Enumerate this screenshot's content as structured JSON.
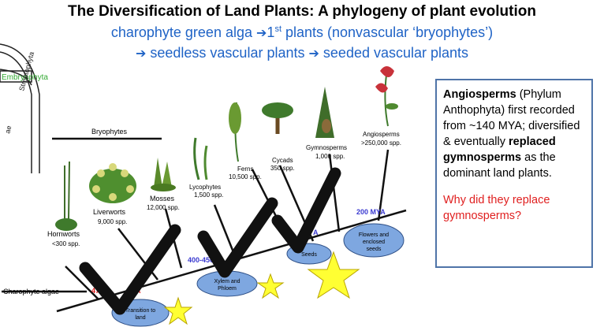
{
  "header": {
    "title": "The Diversification of Land Plants: A phylogeny of plant evolution",
    "line1_a": "charophyte green alga",
    "arrow": "➔",
    "line1_b": "1",
    "line1_sup": "st",
    "line1_c": " plants (nonvascular ‘bryophytes’)",
    "line2_a": "seedless vascular plants",
    "line2_b": "seeded vascular plants"
  },
  "side_labels": {
    "streptophyta": "Streptophyta",
    "embryophyta": "Embryophyta",
    "partial": "ae"
  },
  "groups": {
    "bryophytes": "Bryophytes",
    "hornworts": "Hornworts",
    "hornworts_spp": "<300 spp.",
    "liverworts": "Liverworts",
    "liverworts_spp": "9,000 spp.",
    "mosses": "Mosses",
    "mosses_spp": "12,000 spp.",
    "lycophytes": "Lycophytes",
    "lycophytes_spp": "1,500 spp.",
    "ferns": "Ferns",
    "ferns_spp": "10,500 spp.",
    "cycads": "Cycads",
    "cycads_spp": "350 spp.",
    "gymnosperms": "Gymnosperms",
    "gymnosperms_spp": "1,000 spp.",
    "angiosperms": "Angiosperms",
    "angiosperms_spp": ">250,000 spp.",
    "charophyte": "Charophyte algae"
  },
  "ages": {
    "a470": "470-",
    "a470_tail": "A",
    "a400": "400-450",
    "a_seeds": "A",
    "a200": "200 MYA"
  },
  "events": {
    "transition": [
      "Transition to",
      "land"
    ],
    "xylem": [
      "Xylem and",
      "Phloem"
    ],
    "seeds": "Seeds",
    "flowers": [
      "Flowers and",
      "enclosed",
      "seeds"
    ]
  },
  "info": {
    "angio": "Angiosperms",
    "line_rest": " (Phylum Anthophyta) first recorded from ~140 MYA; diversified & eventually ",
    "replaced": "replaced gymnosperms",
    "line_end": " as the dominant land plants.",
    "question": "Why did they replace gymnosperms?"
  },
  "colors": {
    "title_blue": "#1f63c6",
    "ellipse_fill": "#7ea7e0",
    "ellipse_stroke": "#2e4f86",
    "star": "#ffff33",
    "age_red": "#e02020",
    "age_blue": "#3a3ad0",
    "check": "#111111"
  }
}
